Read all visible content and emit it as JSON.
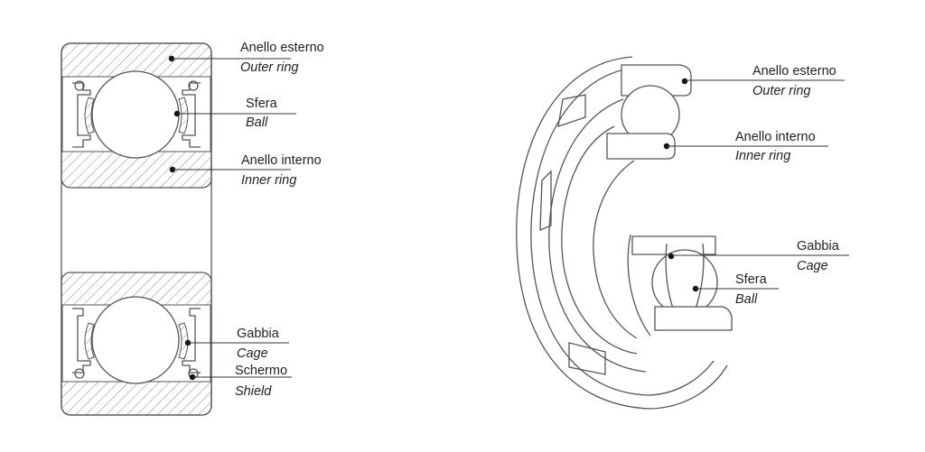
{
  "cross_section": {
    "labels": [
      {
        "it": "Anello esterno",
        "en": "Outer ring"
      },
      {
        "it": "Sfera",
        "en": "Ball"
      },
      {
        "it": "Anello interno",
        "en": "Inner ring"
      },
      {
        "it": "Gabbia",
        "en": "Cage"
      },
      {
        "it": "Schermo",
        "en": "Shield"
      }
    ]
  },
  "cutaway": {
    "labels": [
      {
        "it": "Anello esterno",
        "en": "Outer ring"
      },
      {
        "it": "Anello interno",
        "en": "Inner ring"
      },
      {
        "it": "Gabbia",
        "en": "Cage"
      },
      {
        "it": "Sfera",
        "en": "Ball"
      }
    ]
  },
  "colors": {
    "line": "#555555",
    "text": "#222222"
  }
}
